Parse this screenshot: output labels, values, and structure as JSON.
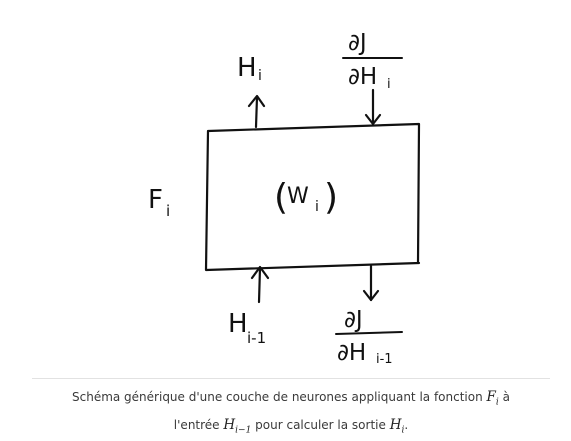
{
  "diagram": {
    "layer_label_main": "F",
    "layer_label_sub": "i",
    "weights_open": "(",
    "weights_main": "W",
    "weights_sub": "i",
    "weights_close": ")",
    "output_main": "H",
    "output_sub": "i",
    "input_main": "H",
    "input_sub": "i-1",
    "grad_out_num": "∂J",
    "grad_out_den_main": "∂H",
    "grad_out_den_sub": "i",
    "grad_in_num": "∂J",
    "grad_in_den_main": "∂H",
    "grad_in_den_sub": "i-1"
  },
  "caption": {
    "text_1": "Schéma générique d'une couche de neurones appliquant la fonction",
    "math_1_main": "F",
    "math_1_sub": "i",
    "text_2": "à",
    "text_3": "l'entrée",
    "math_2_main": "H",
    "math_2_sub": "i−1",
    "text_4": "pour calculer la sortie",
    "math_3_main": "H",
    "math_3_sub": "i",
    "text_5": "."
  }
}
